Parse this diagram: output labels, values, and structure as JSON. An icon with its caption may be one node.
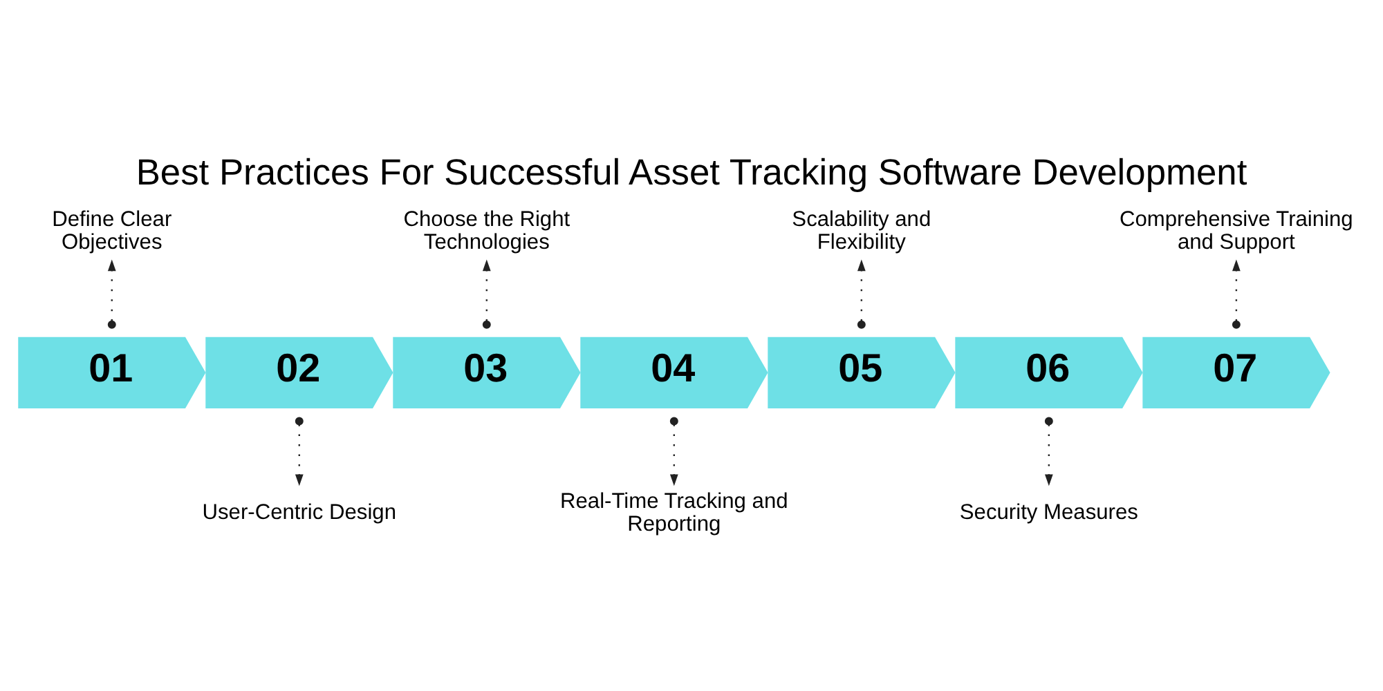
{
  "diagram": {
    "title": "Best Practices For Successful Asset Tracking Software Development",
    "nodes": [
      {
        "text": [
          "01"
        ]
      },
      {
        "text": [
          "02"
        ]
      },
      {
        "text": [
          "03"
        ]
      },
      {
        "text": [
          "04"
        ]
      },
      {
        "text": [
          "05"
        ]
      },
      {
        "text": [
          "06"
        ]
      },
      {
        "text": [
          "07"
        ]
      },
      {
        "text": [
          "Define Clear Objectives"
        ]
      },
      {
        "text": [
          "User-Centric Design"
        ]
      },
      {
        "text": [
          "Choose the Right Technologies"
        ]
      },
      {
        "text": [
          "Real-Time Tracking and Reporting"
        ]
      },
      {
        "text": [
          "Scalability and Flexibility"
        ]
      },
      {
        "text": [
          "Security Measures"
        ]
      },
      {
        "text": [
          "Comprehensive Training and Support"
        ]
      }
    ],
    "edges": [
      {
        "from": 0,
        "to": 7,
        "arrow": "to",
        "style": "dashed"
      },
      {
        "from": 1,
        "to": 8,
        "arrow": "to",
        "style": "dashed"
      },
      {
        "from": 2,
        "to": 9,
        "arrow": "to",
        "style": "dashed"
      },
      {
        "from": 3,
        "to": 10,
        "arrow": "to",
        "style": "dashed"
      },
      {
        "from": 4,
        "to": 11,
        "arrow": "to",
        "style": "dashed"
      },
      {
        "from": 5,
        "to": 12,
        "arrow": "to",
        "style": "dashed"
      },
      {
        "from": 6,
        "to": 13,
        "arrow": "to",
        "style": "dashed"
      }
    ]
  }
}
